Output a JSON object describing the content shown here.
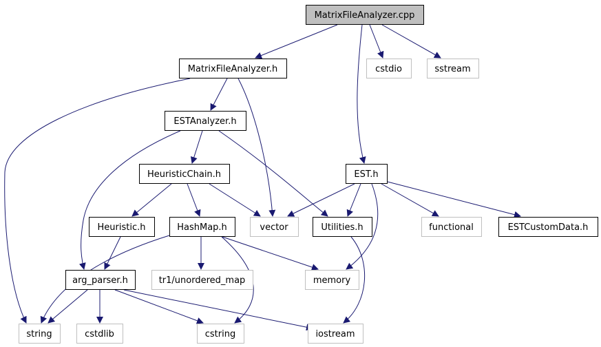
{
  "colors": {
    "edge": "#191970",
    "node_border_normal": "#000000",
    "node_border_external": "#bfbfbf",
    "node_fill_root": "#bfbfbf",
    "node_fill": "#ffffff",
    "text": "#000000"
  },
  "nodes": [
    {
      "id": "MatrixFileAnalyzer_cpp",
      "label": "MatrixFileAnalyzer.cpp",
      "kind": "root"
    },
    {
      "id": "MatrixFileAnalyzer_h",
      "label": "MatrixFileAnalyzer.h",
      "kind": "normal"
    },
    {
      "id": "cstdio",
      "label": "cstdio",
      "kind": "external"
    },
    {
      "id": "sstream",
      "label": "sstream",
      "kind": "external"
    },
    {
      "id": "ESTAnalyzer_h",
      "label": "ESTAnalyzer.h",
      "kind": "normal"
    },
    {
      "id": "HeuristicChain_h",
      "label": "HeuristicChain.h",
      "kind": "normal"
    },
    {
      "id": "EST_h",
      "label": "EST.h",
      "kind": "normal"
    },
    {
      "id": "Heuristic_h",
      "label": "Heuristic.h",
      "kind": "normal"
    },
    {
      "id": "HashMap_h",
      "label": "HashMap.h",
      "kind": "normal"
    },
    {
      "id": "vector",
      "label": "vector",
      "kind": "external"
    },
    {
      "id": "Utilities_h",
      "label": "Utilities.h",
      "kind": "normal"
    },
    {
      "id": "functional",
      "label": "functional",
      "kind": "external"
    },
    {
      "id": "ESTCustomData_h",
      "label": "ESTCustomData.h",
      "kind": "normal"
    },
    {
      "id": "arg_parser_h",
      "label": "arg_parser.h",
      "kind": "normal"
    },
    {
      "id": "tr1_unordered_map",
      "label": "tr1/unordered_map",
      "kind": "external"
    },
    {
      "id": "memory",
      "label": "memory",
      "kind": "external"
    },
    {
      "id": "string",
      "label": "string",
      "kind": "external"
    },
    {
      "id": "cstdlib",
      "label": "cstdlib",
      "kind": "external"
    },
    {
      "id": "cstring",
      "label": "cstring",
      "kind": "external"
    },
    {
      "id": "iostream",
      "label": "iostream",
      "kind": "external"
    }
  ],
  "edges": [
    {
      "from": "MatrixFileAnalyzer_cpp",
      "to": "MatrixFileAnalyzer_h"
    },
    {
      "from": "MatrixFileAnalyzer_cpp",
      "to": "cstdio"
    },
    {
      "from": "MatrixFileAnalyzer_cpp",
      "to": "sstream"
    },
    {
      "from": "MatrixFileAnalyzer_cpp",
      "to": "EST_h"
    },
    {
      "from": "MatrixFileAnalyzer_h",
      "to": "ESTAnalyzer_h"
    },
    {
      "from": "MatrixFileAnalyzer_h",
      "to": "string"
    },
    {
      "from": "MatrixFileAnalyzer_h",
      "to": "vector"
    },
    {
      "from": "ESTAnalyzer_h",
      "to": "HeuristicChain_h"
    },
    {
      "from": "ESTAnalyzer_h",
      "to": "arg_parser_h"
    },
    {
      "from": "ESTAnalyzer_h",
      "to": "Utilities_h"
    },
    {
      "from": "HeuristicChain_h",
      "to": "Heuristic_h"
    },
    {
      "from": "HeuristicChain_h",
      "to": "HashMap_h"
    },
    {
      "from": "HeuristicChain_h",
      "to": "vector"
    },
    {
      "from": "EST_h",
      "to": "vector"
    },
    {
      "from": "EST_h",
      "to": "Utilities_h"
    },
    {
      "from": "EST_h",
      "to": "functional"
    },
    {
      "from": "EST_h",
      "to": "ESTCustomData_h"
    },
    {
      "from": "EST_h",
      "to": "memory"
    },
    {
      "from": "Heuristic_h",
      "to": "arg_parser_h"
    },
    {
      "from": "HashMap_h",
      "to": "string"
    },
    {
      "from": "HashMap_h",
      "to": "tr1_unordered_map"
    },
    {
      "from": "HashMap_h",
      "to": "memory"
    },
    {
      "from": "HashMap_h",
      "to": "cstring"
    },
    {
      "from": "Utilities_h",
      "to": "iostream"
    },
    {
      "from": "arg_parser_h",
      "to": "string"
    },
    {
      "from": "arg_parser_h",
      "to": "cstdlib"
    },
    {
      "from": "arg_parser_h",
      "to": "cstring"
    },
    {
      "from": "arg_parser_h",
      "to": "iostream"
    }
  ]
}
